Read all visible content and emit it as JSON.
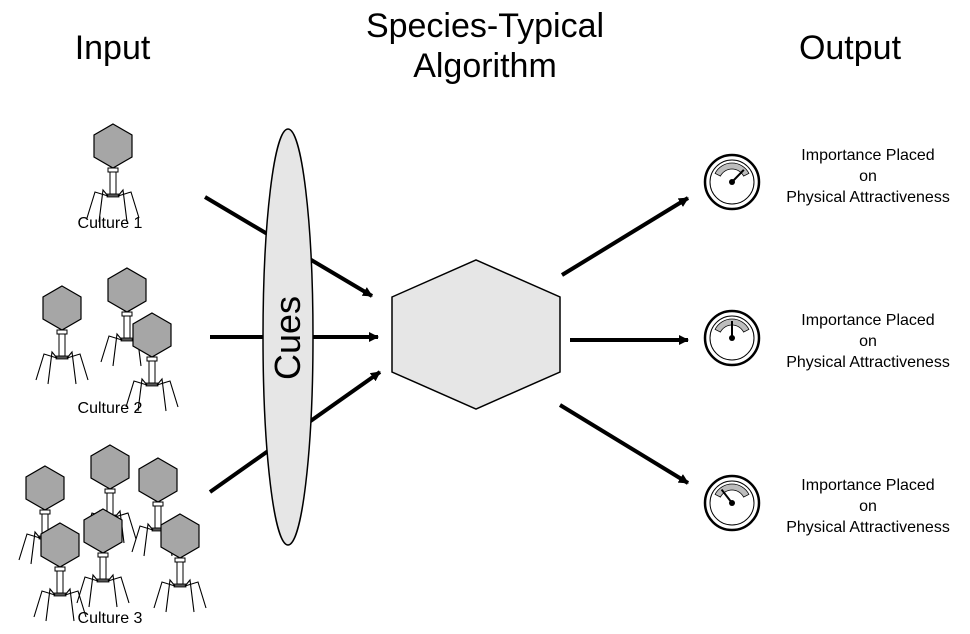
{
  "headers": {
    "input": "Input",
    "algorithm_line1": "Species-Typical",
    "algorithm_line2": "Algorithm",
    "output": "Output"
  },
  "cultures": [
    {
      "label": "Culture 1",
      "phage_count": 1
    },
    {
      "label": "Culture 2",
      "phage_count": 3
    },
    {
      "label": "Culture 3",
      "phage_count": 6
    }
  ],
  "cues_label": "Cues",
  "outputs": [
    {
      "line1": "Importance Placed",
      "line2": "on",
      "line3": "Physical Attractiveness",
      "gauge_level": 0.85
    },
    {
      "line1": "Importance Placed",
      "line2": "on",
      "line3": "Physical Attractiveness",
      "gauge_level": 0.5
    },
    {
      "line1": "Importance Placed",
      "line2": "on",
      "line3": "Physical Attractiveness",
      "gauge_level": 0.2
    }
  ],
  "colors": {
    "shape_fill": "#e6e6e6",
    "phage_fill": "#a6a6a6",
    "stroke": "#000000"
  }
}
